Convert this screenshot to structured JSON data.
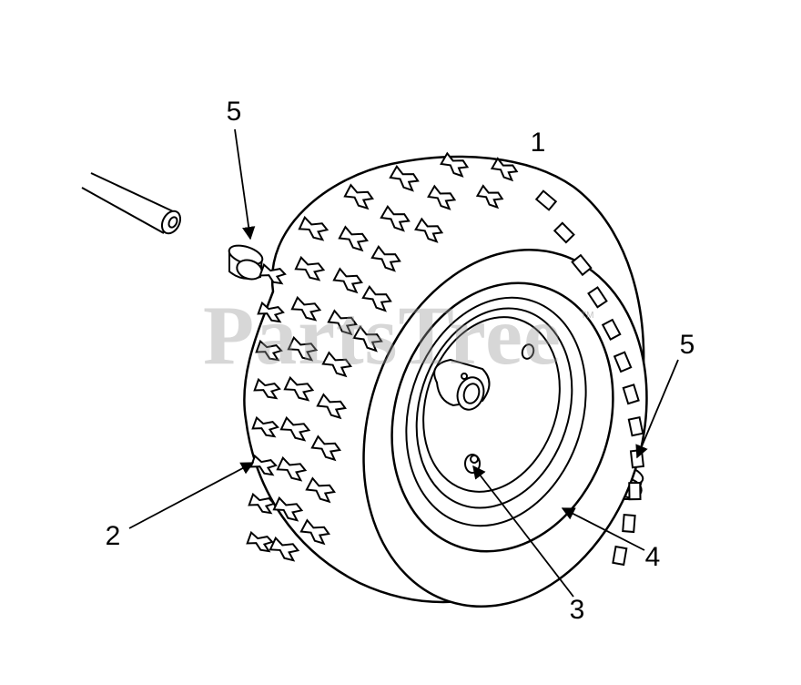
{
  "diagram": {
    "callouts": [
      {
        "id": "tire",
        "label": "1"
      },
      {
        "id": "tread",
        "label": "2"
      },
      {
        "id": "valve-stem",
        "label": "3"
      },
      {
        "id": "rim-edge",
        "label": "4"
      },
      {
        "id": "bushing-left",
        "label": "5"
      },
      {
        "id": "bushing-right",
        "label": "5"
      }
    ],
    "watermark": "PartsTree",
    "trademark": "TM",
    "colors": {
      "line": "#000000",
      "background": "#ffffff",
      "watermark": "#969696"
    }
  }
}
